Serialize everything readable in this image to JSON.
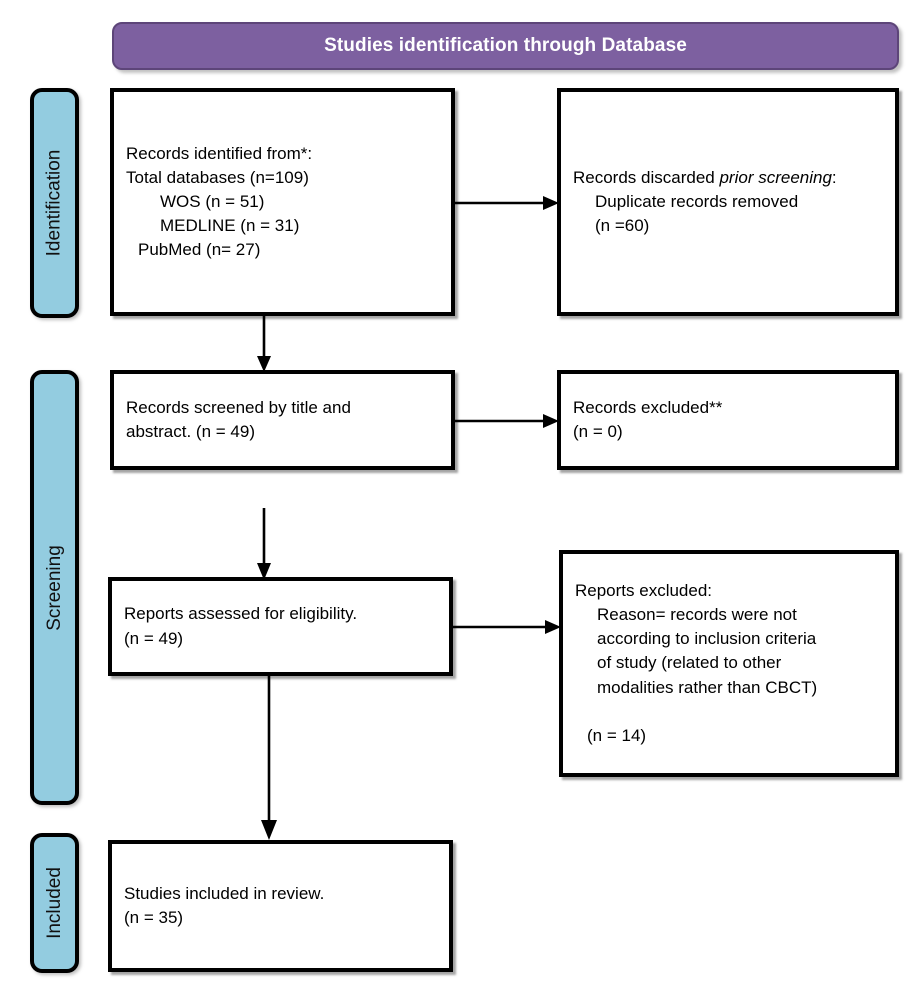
{
  "banner": {
    "title": "Studies identification through Database",
    "color": "#7d60a0",
    "text_color": "#ffffff"
  },
  "stages": [
    {
      "id": "identification",
      "label": "Identification",
      "color": "#93cce0"
    },
    {
      "id": "screening",
      "label": "Screening",
      "color": "#93cce0"
    },
    {
      "id": "included",
      "label": "Included",
      "color": "#93cce0"
    }
  ],
  "boxes": {
    "records_identified": {
      "heading": "Records identified from*:",
      "line_total": "Total databases (n=109)",
      "line_wos": "WOS (n = 51)",
      "line_medline": "MEDLINE (n = 31)",
      "line_pubmed": "PubMed (n= 27)"
    },
    "records_discarded": {
      "lead": "Records discarded ",
      "emphasis": "prior screening",
      "lead_end": ":",
      "line_duplicate": "Duplicate records removed",
      "line_count": "(n =60)"
    },
    "records_screened": {
      "line1": "Records screened by title and",
      "line2": "abstract. (n = 49)"
    },
    "records_excluded": {
      "line1": "Records excluded**",
      "line2": "(n = 0)"
    },
    "reports_assessed": {
      "line1": "Reports assessed for eligibility.",
      "line2": "(n = 49)"
    },
    "reports_excluded": {
      "heading": "Reports excluded:",
      "reason_l1": "Reason= records were not",
      "reason_l2": "according to inclusion criteria",
      "reason_l3": "of study (related to other",
      "reason_l4": "modalities rather than CBCT)",
      "count": "(n = 14)"
    },
    "studies_included": {
      "line1": "Studies included in review.",
      "line2": "(n = 35)"
    }
  },
  "connectors": [
    {
      "id": "identified-to-discarded",
      "kind": "arrow-right"
    },
    {
      "id": "identified-to-screened",
      "kind": "arrow-down"
    },
    {
      "id": "screened-to-excluded",
      "kind": "arrow-right"
    },
    {
      "id": "screened-to-assessed",
      "kind": "arrow-down"
    },
    {
      "id": "assessed-to-reports-excluded",
      "kind": "arrow-right"
    },
    {
      "id": "assessed-to-included",
      "kind": "arrow-down"
    }
  ]
}
